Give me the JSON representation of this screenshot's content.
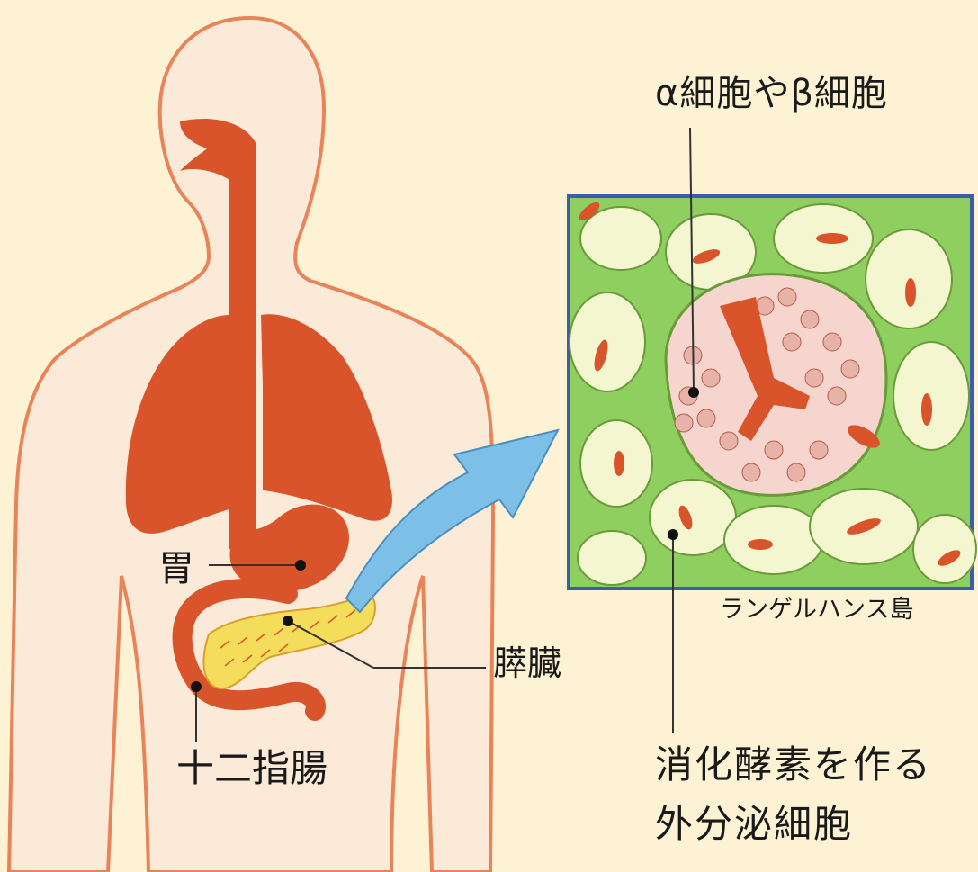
{
  "labels": {
    "stomach": "胃",
    "pancreas": "膵臓",
    "duodenum": "十二指腸",
    "alpha_beta_cells": "α細胞やβ細胞",
    "langerhans": "ランゲルハンス島",
    "exocrine_line1": "消化酵素を作る",
    "exocrine_line2": "外分泌細胞"
  },
  "colors": {
    "background": "#fdf3d4",
    "body_fill": "#fbead8",
    "body_outline": "#e8835a",
    "organ": "#d9532b",
    "pancreas": "#f3dd5a",
    "arrow": "#7cc0e8",
    "tissue_green": "#8fcf5f",
    "frame": "#3a5fa8"
  }
}
